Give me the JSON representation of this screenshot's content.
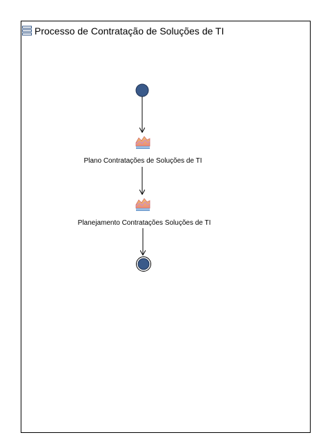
{
  "process": {
    "title": "Processo de Contratação de Soluções de TI",
    "icon": "process-list-icon"
  },
  "nodes": {
    "start": {
      "type": "start-event",
      "color": "#3a5a8a"
    },
    "plano": {
      "label": "Plano Contratações de Soluções de TI",
      "icon": "subprocess-icon"
    },
    "planejamento": {
      "label": "Planejamento Contratações Soluções de TI",
      "icon": "subprocess-icon"
    },
    "end": {
      "type": "end-event",
      "color": "#3a5a8a"
    }
  },
  "colors": {
    "event_fill": "#3a5a8a",
    "edge": "#000000"
  }
}
